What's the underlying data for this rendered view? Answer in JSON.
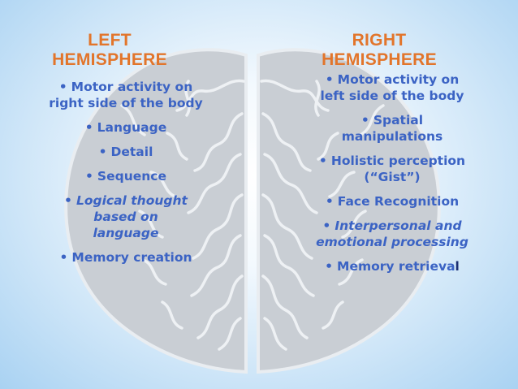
{
  "slide": {
    "background_color": "#cfe6f8",
    "text_color": "#3b63c4",
    "heading_color": "#e2752b",
    "brain_color": "#c9ced4"
  },
  "left": {
    "heading_line1": "LEFT",
    "heading_line2": "HEMISPHERE",
    "items": [
      {
        "bullet": "•",
        "text": "Motor activity on right side of the body"
      },
      {
        "bullet": "•",
        "text": "Language"
      },
      {
        "bullet": "•",
        "text": "Detail"
      },
      {
        "bullet": "•",
        "text": "Sequence"
      },
      {
        "bullet": "•",
        "text": "Logical thought based on language"
      },
      {
        "bullet": "•",
        "text": "Memory creation"
      }
    ]
  },
  "right": {
    "heading_line1": "RIGHT",
    "heading_line2": "HEMISPHERE",
    "items": [
      {
        "bullet": "•",
        "text": "Motor activity on left side of the body"
      },
      {
        "bullet": "•",
        "text": "Spatial manipulations"
      },
      {
        "bullet": "•",
        "text": "Holistic perception (“Gist”)"
      },
      {
        "bullet": "•",
        "text": "Face Recognition"
      },
      {
        "bullet": "•",
        "text": "Interpersonal and emotional processing"
      },
      {
        "bullet": "•",
        "text": "Memory retrieva",
        "text_end": "l"
      }
    ]
  }
}
